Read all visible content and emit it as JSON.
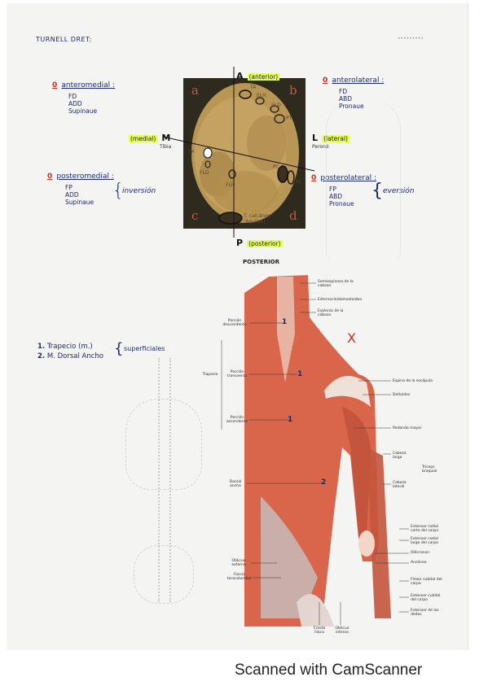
{
  "header": {
    "left": "TURNELL DRET:",
    "right": "•••••••••"
  },
  "quadrants": {
    "anteromedial": {
      "num": "0",
      "title": "anteromedial :",
      "lines": [
        "FD",
        "ADD",
        "Supinaue"
      ]
    },
    "anterolateral": {
      "num": "0",
      "title": "anterolateral :",
      "lines": [
        "FD",
        "ABD",
        "Pronaue"
      ]
    },
    "posteromedial": {
      "num": "0",
      "title": "posteromedial :",
      "lines": [
        "FP",
        "ADD",
        "Supinaue"
      ],
      "note": "inversión"
    },
    "posterolateral": {
      "num": "0",
      "title": "posterolateral :",
      "lines": [
        "FP",
        "ABD",
        "Pronaue"
      ],
      "note": "eversión"
    }
  },
  "axes": {
    "A": {
      "letter": "A",
      "tag": "(anterior)"
    },
    "P": {
      "letter": "P",
      "tag": "(posterior)"
    },
    "M": {
      "letter": "M",
      "tag": "(medial)",
      "sub": "Tibia"
    },
    "L": {
      "letter": "L",
      "tag": "(lateral)",
      "sub": "Peroné"
    }
  },
  "section_letters": [
    "a",
    "b",
    "c",
    "d"
  ],
  "section_labels": {
    "ta": "TA",
    "elh": "ELH",
    "eld": "ELD",
    "pt": "PT",
    "tp": "TP",
    "fld": "FLD",
    "flh": "FLH",
    "pc": "PC",
    "pl": "PL",
    "achilles": "T. calcáneo (Aquiles)"
  },
  "muscles_list": [
    {
      "n": "1.",
      "text": "Trapecio (m.)"
    },
    {
      "n": "2.",
      "text": "M. Dorsal Ancho"
    }
  ],
  "muscles_note": "superficiales",
  "figure": {
    "title": "POSTERIOR",
    "markers": [
      "1",
      "1",
      "1",
      "2"
    ],
    "cross": "X",
    "left_labels": [
      "Porción descendente",
      "Trapecio",
      "Porción transversa",
      "Porción ascendente",
      "Dorsal ancho",
      "Oblicuo externo",
      "Fascia toracolumbar"
    ],
    "right_labels": [
      "Semiespinoso de la cabeza",
      "Esternocleidomastoideo",
      "Esplenio de la cabeza",
      "Espina de la escápula",
      "Deltoides",
      "Redondo mayor",
      "Cabeza larga",
      "Tríceps braquial",
      "Cabeza lateral",
      "Extensor radial corto del carpo",
      "Extensor radial largo del carpo",
      "Olécranon",
      "Ancóneo",
      "Flexor cubital del carpo",
      "Extensor cubital del carpo",
      "Extensor de los dedos"
    ],
    "bottom_labels": [
      "Cresta ilíaca",
      "Oblicuo interno"
    ]
  },
  "footer": "Scanned with CamScanner"
}
